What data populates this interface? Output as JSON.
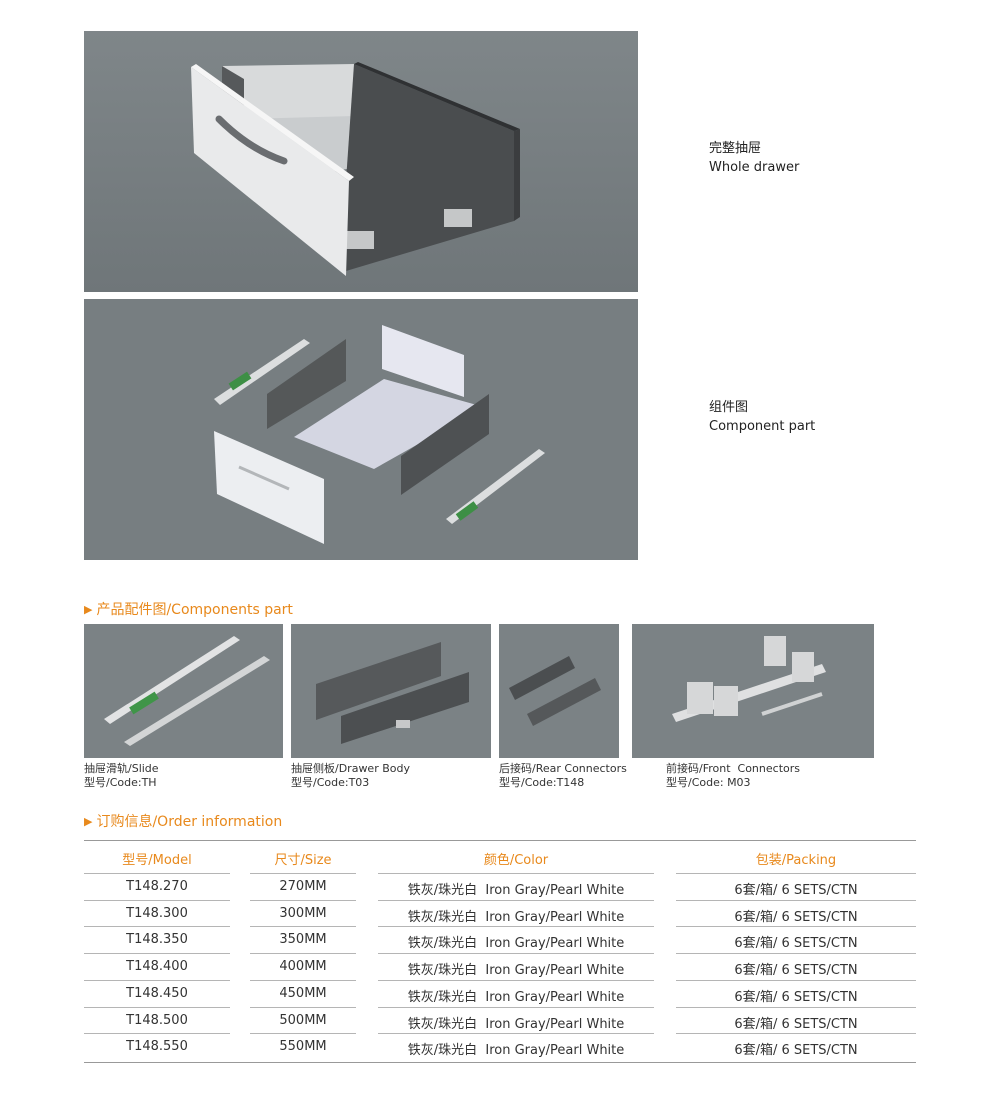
{
  "hero": [
    {
      "cn": "完整抽屉",
      "en": "Whole drawer"
    },
    {
      "cn": "组件图",
      "en": "Component part"
    }
  ],
  "components_title": "产品配件图/Components part",
  "components": [
    {
      "line1": "抽屉滑轨/Slide",
      "line2": "型号/Code:TH"
    },
    {
      "line1": "抽屉侧板/Drawer Body",
      "line2": "型号/Code:T03"
    },
    {
      "line1": "后接码/Rear Connectors",
      "line2": "型号/Code:T148"
    },
    {
      "line1": "前接码/Front  Connectors",
      "line2": "型号/Code: M03"
    }
  ],
  "order_title": "订购信息/Order information",
  "table": {
    "headers": [
      "型号/Model",
      "尺寸/Size",
      "颜色/Color",
      "包装/Packing"
    ],
    "rows": [
      [
        "T148.270",
        "270MM",
        "铁灰/珠光白  Iron Gray/Pearl White",
        "6套/箱/ 6 SETS/CTN"
      ],
      [
        "T148.300",
        "300MM",
        "铁灰/珠光白  Iron Gray/Pearl White",
        "6套/箱/ 6 SETS/CTN"
      ],
      [
        "T148.350",
        "350MM",
        "铁灰/珠光白  Iron Gray/Pearl White",
        "6套/箱/ 6 SETS/CTN"
      ],
      [
        "T148.400",
        "400MM",
        "铁灰/珠光白  Iron Gray/Pearl White",
        "6套/箱/ 6 SETS/CTN"
      ],
      [
        "T148.450",
        "450MM",
        "铁灰/珠光白  Iron Gray/Pearl White",
        "6套/箱/ 6 SETS/CTN"
      ],
      [
        "T148.500",
        "500MM",
        "铁灰/珠光白  Iron Gray/Pearl White",
        "6套/箱/ 6 SETS/CTN"
      ],
      [
        "T148.550",
        "550MM",
        "铁灰/珠光白  Iron Gray/Pearl White",
        "6套/箱/ 6 SETS/CTN"
      ]
    ]
  },
  "colors": {
    "accent": "#e8891c",
    "photo_bg": "#7a8184"
  }
}
